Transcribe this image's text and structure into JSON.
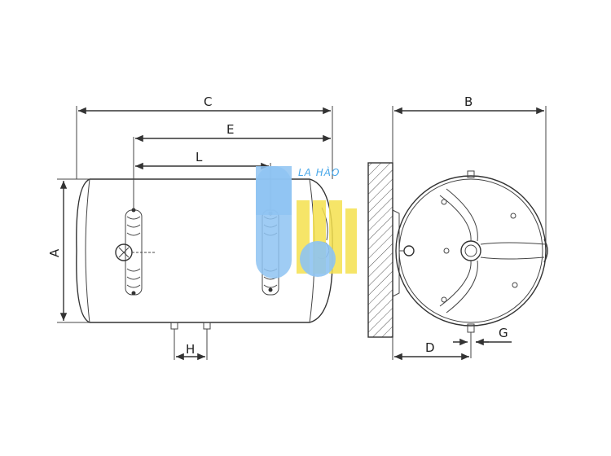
{
  "dimensions": {
    "A": "A",
    "B": "B",
    "C": "C",
    "D": "D",
    "E": "E",
    "G": "G",
    "H": "H",
    "L": "L"
  },
  "watermark": {
    "text": "LA HÀO",
    "colors": {
      "blue": "#8ec3f2",
      "yellow": "#f4e04d"
    }
  }
}
